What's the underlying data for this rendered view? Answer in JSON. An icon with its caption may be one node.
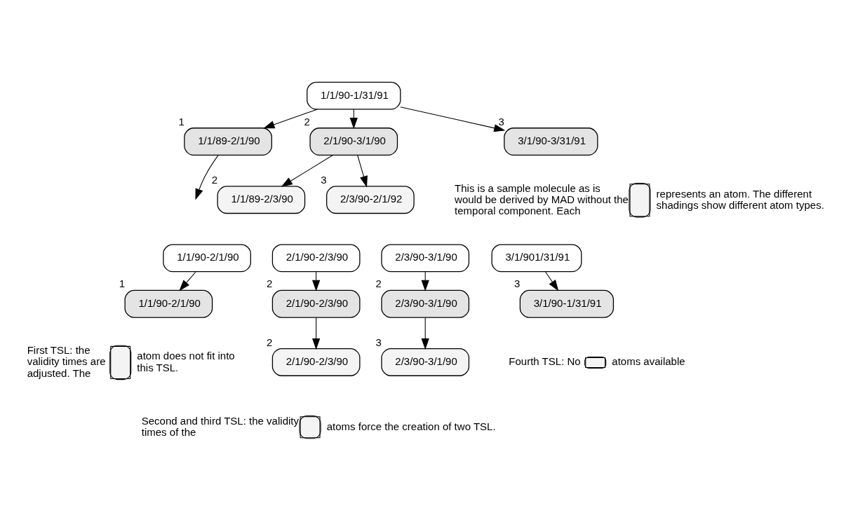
{
  "diagram": {
    "nodes": [
      {
        "text": [
          "1/1/90-1/31/91"
        ]
      },
      {
        "text": [
          "1/1/89-2/1/90"
        ],
        "beside": [
          "1"
        ]
      },
      {
        "text": [
          "2/1/90-3/1/90"
        ],
        "beside": [
          "2"
        ]
      },
      {
        "text": [
          "3/1/90-3/31/91"
        ],
        "beside": [
          "3"
        ]
      },
      {
        "text": [
          "1/1/89-2/3/90"
        ],
        "beside": [
          "2"
        ]
      },
      {
        "text": [
          "2/3/90-2/1/92"
        ],
        "beside": [
          "3"
        ]
      },
      {
        "text": [
          "1/1/90-2/1/90"
        ]
      },
      {
        "text": [
          "1/1/90-2/1/90"
        ],
        "beside": [
          "1"
        ]
      },
      {
        "text": [
          "2/1/90-2/3/90"
        ]
      },
      {
        "text": [
          "2/1/90-2/3/90"
        ],
        "beside": [
          "2"
        ]
      },
      {
        "text": [
          "2/1/90-2/3/90"
        ],
        "beside": [
          "2"
        ]
      },
      {
        "text": [
          "2/3/90-3/1/90"
        ]
      },
      {
        "text": [
          "2/3/90-3/1/90"
        ],
        "beside": [
          "2"
        ]
      },
      {
        "text": [
          "2/3/90-3/1/90"
        ],
        "beside": [
          "3"
        ]
      },
      {
        "text": [
          "3/1/901/31/91"
        ]
      },
      {
        "text": [
          "3/1/90-1/31/91"
        ],
        "beside": [
          "3"
        ]
      }
    ],
    "edges": [
      {
        "from": 0,
        "to": 1,
        "arrow": "to"
      },
      {
        "from": 0,
        "to": 2,
        "arrow": "to"
      },
      {
        "from": 0,
        "to": 3,
        "arrow": "to"
      },
      {
        "from": 1,
        "to": null,
        "arrow": "to"
      },
      {
        "from": 2,
        "to": 4,
        "arrow": "to"
      },
      {
        "from": 2,
        "to": 5,
        "arrow": "to"
      },
      {
        "from": 6,
        "to": 7,
        "arrow": "to"
      },
      {
        "from": 8,
        "to": 9,
        "arrow": "to"
      },
      {
        "from": 9,
        "to": 10,
        "arrow": "to"
      },
      {
        "from": 11,
        "to": 12,
        "arrow": "to"
      },
      {
        "from": 12,
        "to": 13,
        "arrow": "to"
      },
      {
        "from": 14,
        "to": 15,
        "arrow": "to"
      }
    ],
    "labels": [
      "This is a sample molecule as is would be derived by MAD without the temporal component. Each",
      "represents an atom. The different shadings show different atom types.",
      "First TSL: the validity times are adjusted. The",
      "atom does not fit into this TSL.",
      "Second and third TSL: the validity times of the",
      "atoms force the creation of two TSL.",
      "Fourth TSL: No",
      "atoms available"
    ]
  }
}
